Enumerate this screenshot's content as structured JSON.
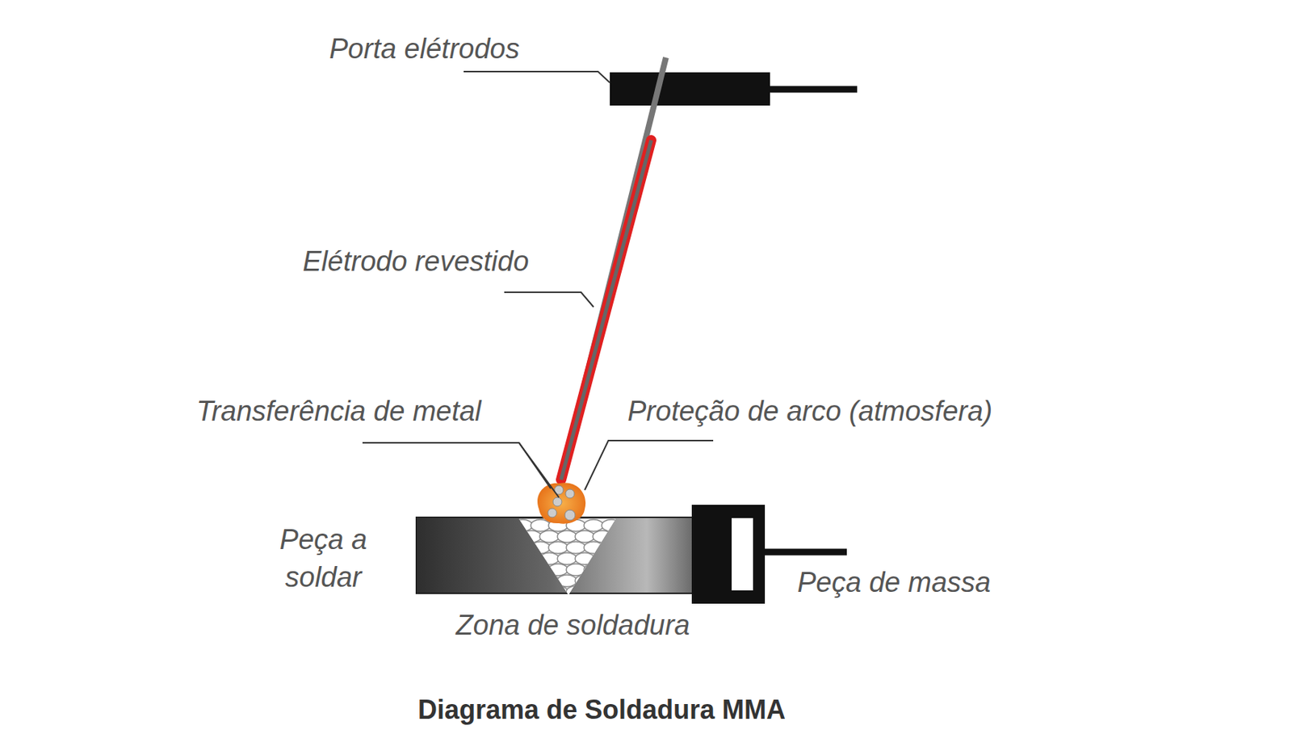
{
  "diagram": {
    "caption": "Diagrama de Soldadura MMA",
    "labels": [
      "Porta elétrodos",
      "Elétrodo revestido",
      "Transferência de metal",
      "Proteção de arco (atmosfera)",
      "Peça a soldar",
      "Peça de massa",
      "Zona de soldadura"
    ]
  }
}
